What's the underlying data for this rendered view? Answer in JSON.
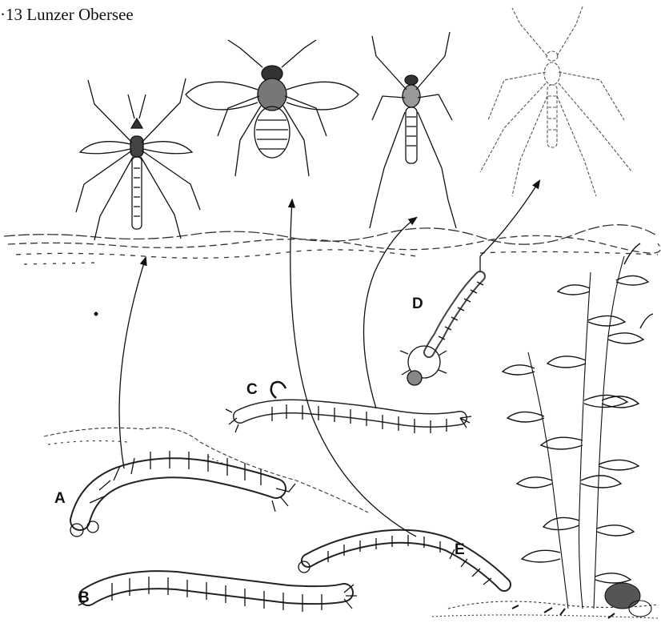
{
  "header": {
    "text": "·13 Lunzer Obersee"
  },
  "labels": {
    "a": "A",
    "b": "B",
    "c": "C",
    "d": "D",
    "e": "E"
  },
  "icons": {
    "adult_a": "adult-midge-icon",
    "adult_b": "adult-fly-icon",
    "adult_c": "adult-gnat-icon",
    "adult_d": "adult-mosquito-icon",
    "plant": "water-plant-icon"
  }
}
